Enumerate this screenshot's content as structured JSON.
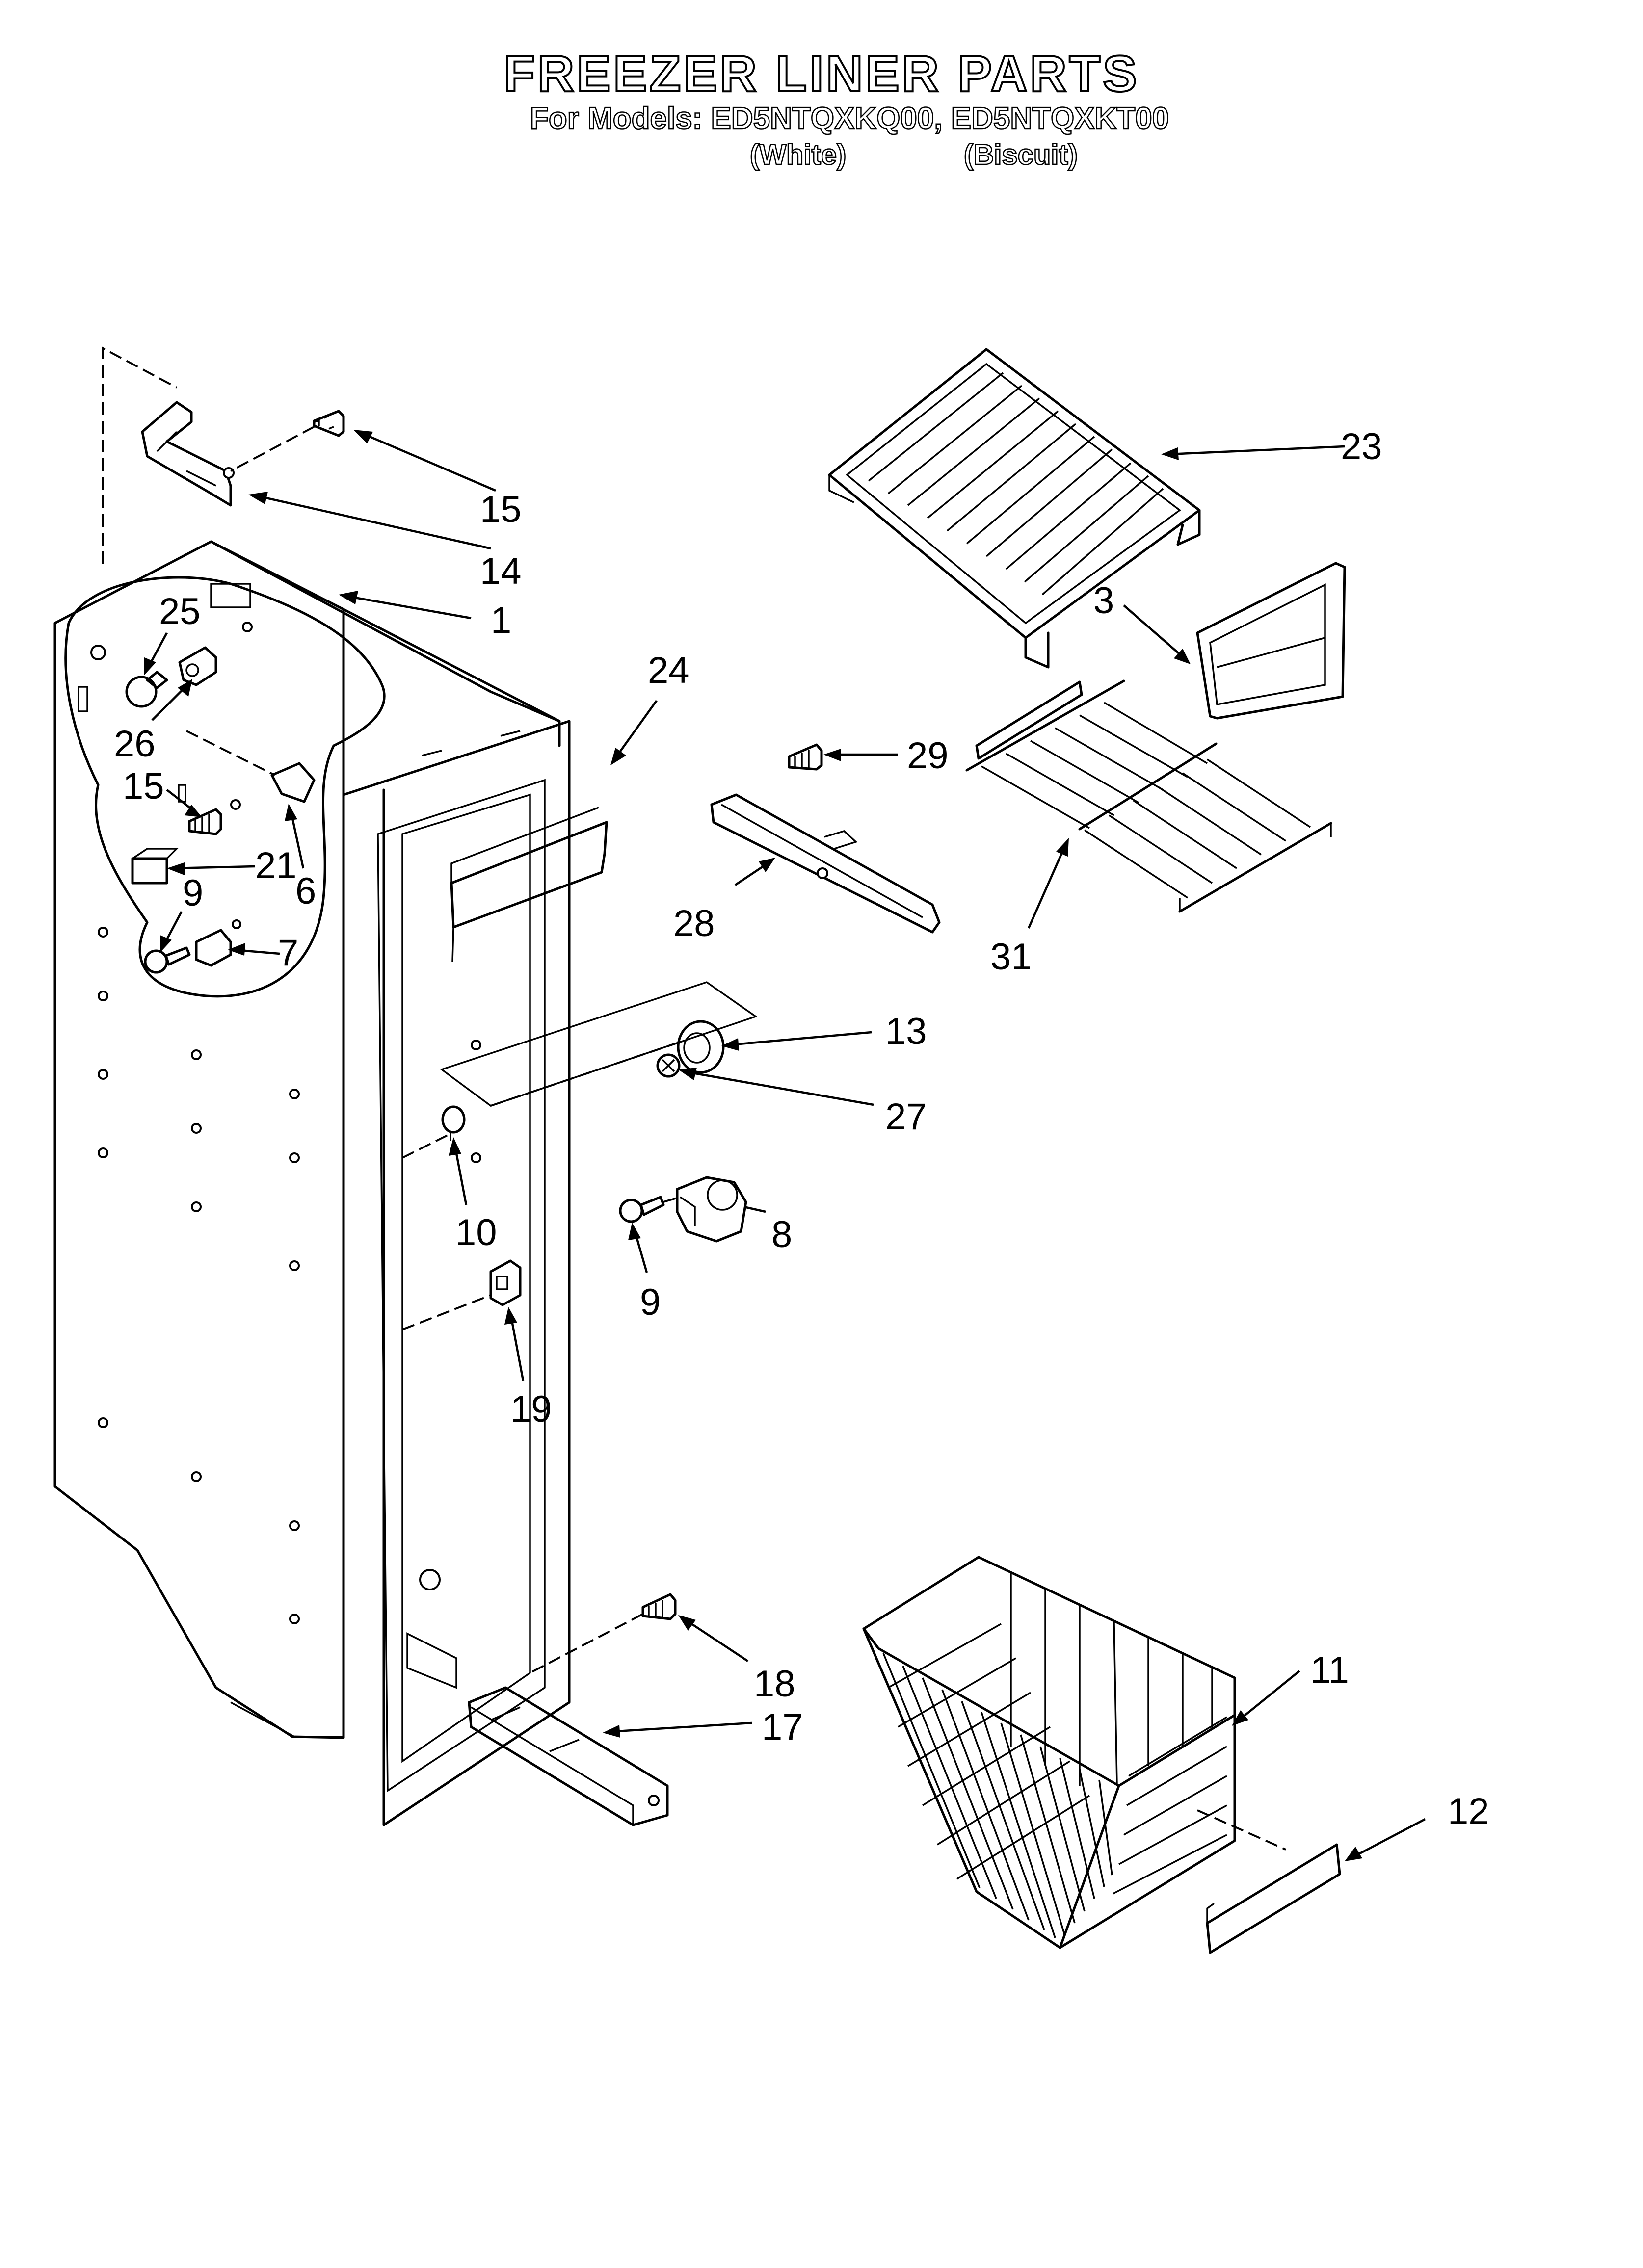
{
  "header": {
    "title": "FREEZER LINER PARTS",
    "models_line": "For Models: ED5NTQXKQ00, ED5NTQXKT00",
    "color_left": "(White)",
    "color_right": "(Biscuit)"
  },
  "callouts": [
    {
      "id": "15",
      "label": "15"
    },
    {
      "id": "14",
      "label": "14"
    },
    {
      "id": "1",
      "label": "1"
    },
    {
      "id": "25",
      "label": "25"
    },
    {
      "id": "26",
      "label": "26"
    },
    {
      "id": "15b",
      "label": "15"
    },
    {
      "id": "21",
      "label": "21"
    },
    {
      "id": "6",
      "label": "6"
    },
    {
      "id": "9",
      "label": "9"
    },
    {
      "id": "7",
      "label": "7"
    },
    {
      "id": "24",
      "label": "24"
    },
    {
      "id": "23",
      "label": "23"
    },
    {
      "id": "3",
      "label": "3"
    },
    {
      "id": "29",
      "label": "29"
    },
    {
      "id": "28",
      "label": "28"
    },
    {
      "id": "31",
      "label": "31"
    },
    {
      "id": "13",
      "label": "13"
    },
    {
      "id": "27",
      "label": "27"
    },
    {
      "id": "10",
      "label": "10"
    },
    {
      "id": "8",
      "label": "8"
    },
    {
      "id": "9b",
      "label": "9"
    },
    {
      "id": "19",
      "label": "19"
    },
    {
      "id": "18",
      "label": "18"
    },
    {
      "id": "17",
      "label": "17"
    },
    {
      "id": "11",
      "label": "11"
    },
    {
      "id": "12",
      "label": "12"
    }
  ]
}
